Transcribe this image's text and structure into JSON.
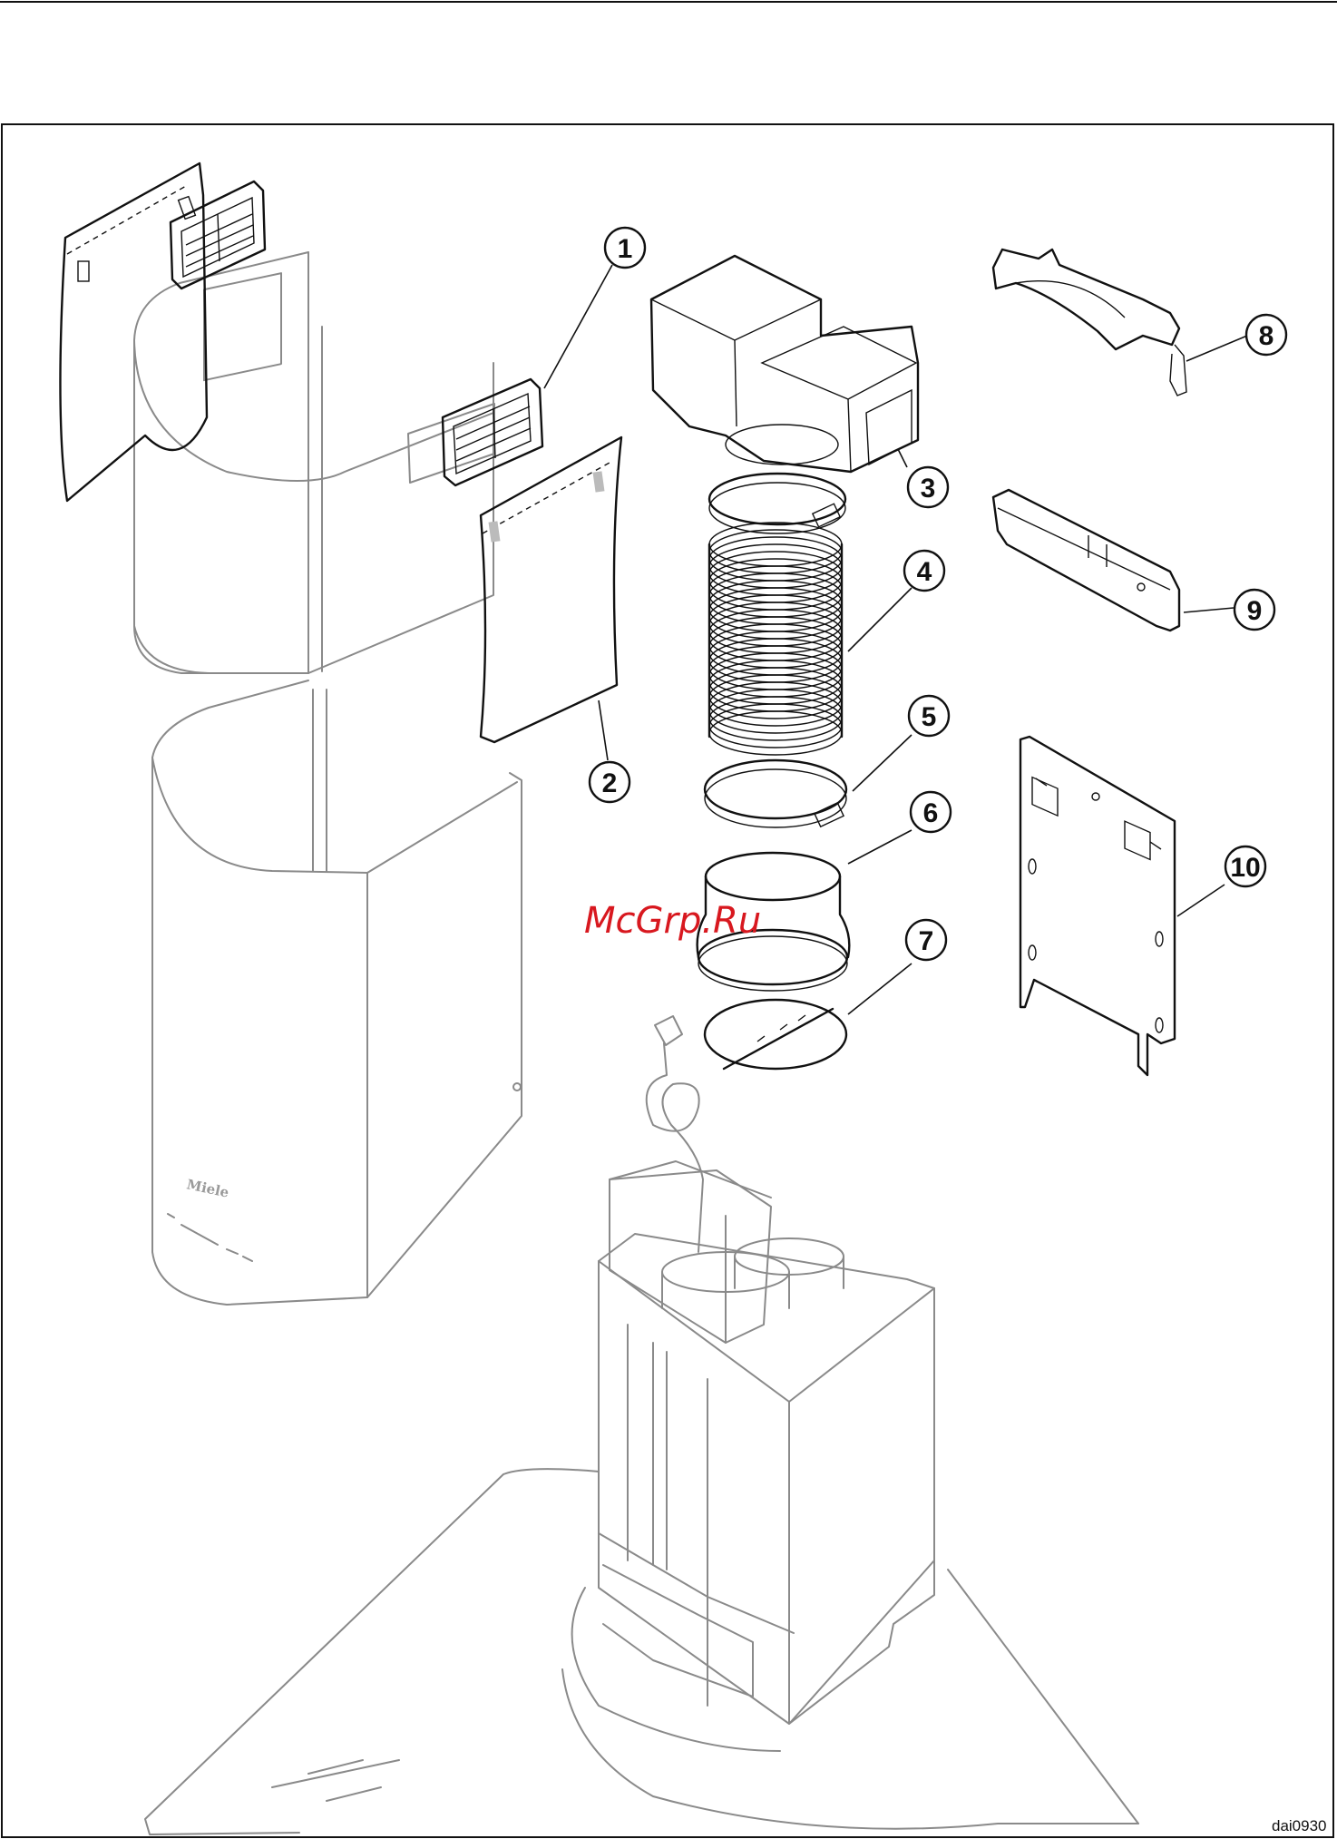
{
  "callouts": [
    {
      "label": "1"
    },
    {
      "label": "2"
    },
    {
      "label": "3"
    },
    {
      "label": "4"
    },
    {
      "label": "5"
    },
    {
      "label": "6"
    },
    {
      "label": "7"
    },
    {
      "label": "8"
    },
    {
      "label": "9"
    },
    {
      "label": "10"
    }
  ],
  "drawing_code": "dai0930",
  "watermark": {
    "text": "McGrp.Ru",
    "color": "#d8181f"
  },
  "brand_mark": "Miele",
  "colors": {
    "line_dark": "#111111",
    "line_faint": "#8a8a8a",
    "background": "#ffffff"
  }
}
